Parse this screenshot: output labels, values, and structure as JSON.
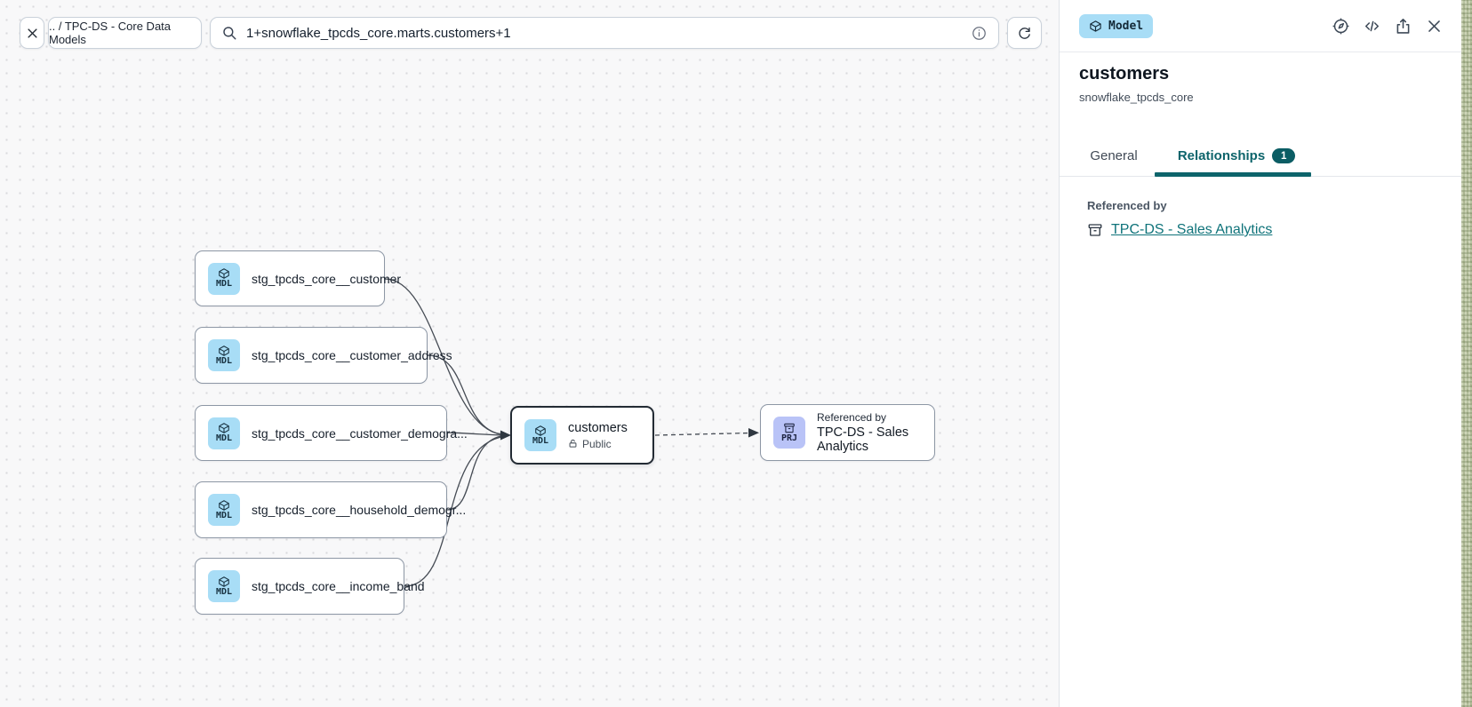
{
  "toolbar": {
    "breadcrumb": ".. / TPC-DS - Core Data Models",
    "search_value": "1+snowflake_tpcds_core.marts.customers+1"
  },
  "graph": {
    "nodes": [
      {
        "badge": "MDL",
        "label": "stg_tpcds_core__customer"
      },
      {
        "badge": "MDL",
        "label": "stg_tpcds_core__customer_address"
      },
      {
        "badge": "MDL",
        "label": "stg_tpcds_core__customer_demogra..."
      },
      {
        "badge": "MDL",
        "label": "stg_tpcds_core__household_demogr..."
      },
      {
        "badge": "MDL",
        "label": "stg_tpcds_core__income_band"
      }
    ],
    "selected": {
      "badge": "MDL",
      "label": "customers",
      "visibility": "Public"
    },
    "downstream": {
      "badge": "PRJ",
      "caption": "Referenced by",
      "label": "TPC-DS - Sales Analytics"
    }
  },
  "panel": {
    "type_badge": "Model",
    "title": "customers",
    "subtitle": "snowflake_tpcds_core",
    "tabs": [
      {
        "label": "General"
      },
      {
        "label": "Relationships",
        "count": "1"
      }
    ],
    "section_label": "Referenced by",
    "link_label": "TPC-DS - Sales Analytics"
  },
  "icons": {
    "close": "x-cross",
    "search": "magnifier",
    "info": "circled-i",
    "refresh": "circular-arrow",
    "model": "cube-package",
    "project": "archive-drawer",
    "visibility": "padlock",
    "lineage": "compass",
    "code": "angle-brackets",
    "share": "box-arrow-up"
  },
  "colors": {
    "accent_teal": "#0D646B",
    "model_badge_bg": "#A8DDF6",
    "project_badge_bg": "#B9C3F7"
  }
}
